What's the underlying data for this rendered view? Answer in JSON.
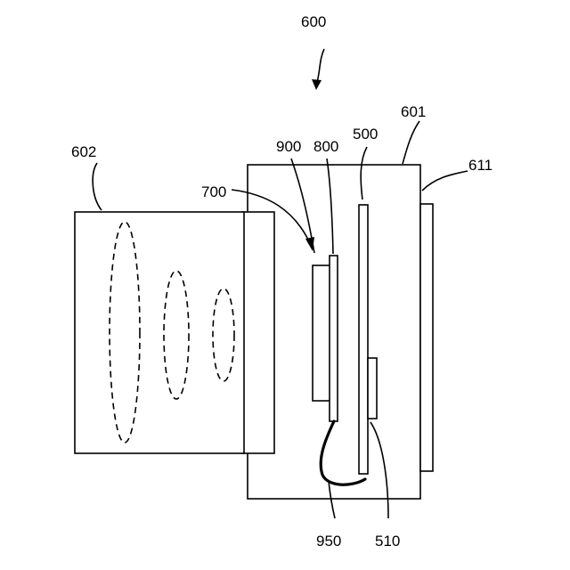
{
  "figure": {
    "labels": {
      "assembly": "600",
      "housing": "601",
      "lens_unit": "602",
      "window": "611",
      "sensor_board": "500",
      "connector_chip": "510",
      "filter": "700",
      "sensor_plate": "800",
      "mount_block": "900",
      "flex_cable": "950"
    }
  }
}
